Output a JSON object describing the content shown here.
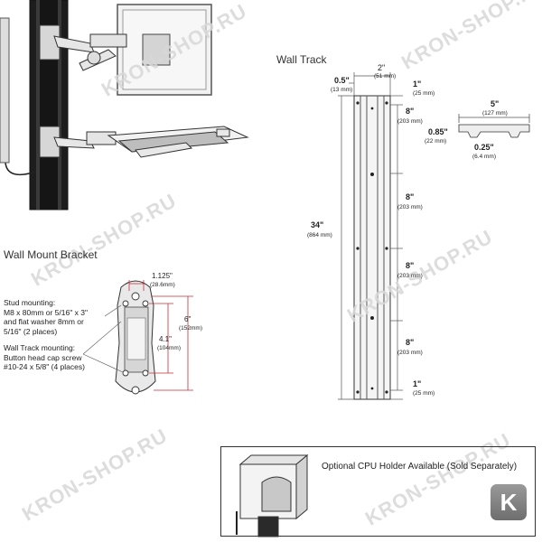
{
  "watermark": "KRON-SHOP.RU",
  "logo_letter": "K",
  "wall_track": {
    "title": "Wall Track",
    "dims": {
      "top_width": {
        "value": "2\"",
        "metric": "(51 mm)"
      },
      "side": {
        "value": "0.5\"",
        "metric": "(13 mm)"
      },
      "top_offset": {
        "value": "1\"",
        "metric": "(25 mm)"
      },
      "seg1": {
        "value": "8\"",
        "metric": "(203 mm)"
      },
      "seg2": {
        "value": "8\"",
        "metric": "(203 mm)"
      },
      "seg3": {
        "value": "8\"",
        "metric": "(203 mm)"
      },
      "seg4": {
        "value": "8\"",
        "metric": "(203 mm)"
      },
      "bottom_offset": {
        "value": "1\"",
        "metric": "(25 mm)"
      },
      "length": {
        "value": "34\"",
        "metric": "(864 mm)"
      },
      "profile_width": {
        "value": "5\"",
        "metric": "(127 mm)"
      },
      "profile_depth": {
        "value": "0.85\"",
        "metric": "(22 mm)"
      },
      "profile_lip": {
        "value": "0.25\"",
        "metric": "(6.4 mm)"
      }
    }
  },
  "bracket": {
    "title": "Wall Mount Bracket",
    "stud_note": [
      "Stud mounting:",
      "M8 x 80mm or 5/16\" x 3\"",
      "and flat washer 8mm or",
      "5/16\" (2 places)"
    ],
    "track_note": [
      "Wall Track mounting:",
      "Button head cap screw",
      "#10-24 x 5/8\" (4 places)"
    ],
    "dims": {
      "width": {
        "value": "1.125\"",
        "metric": "(28.6mm)"
      },
      "outer": {
        "value": "6\"",
        "metric": "(152mm)"
      },
      "inner": {
        "value": "4.1\"",
        "metric": "(104mm)"
      }
    }
  },
  "cpu": {
    "caption": "Optional CPU Holder Available (Sold Separately)"
  },
  "colors": {
    "dimension_red": "#c2303a",
    "line": "#333333",
    "watermark": "#d8d8d8"
  }
}
